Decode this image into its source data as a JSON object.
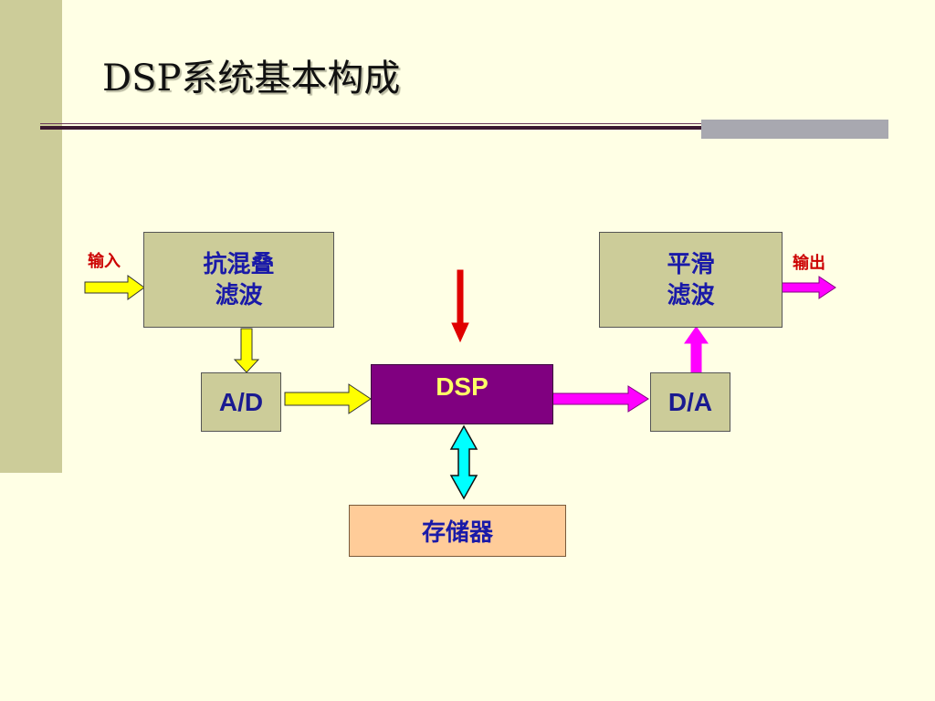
{
  "slide": {
    "title": "DSP系统基本构成"
  },
  "diagram": {
    "input_label": "输入",
    "output_label": "输出",
    "anti_alias_filter": "抗混叠\n滤波",
    "smoothing_filter": "平滑\n滤波",
    "adc": "A/D",
    "dac": "D/A",
    "dsp": "DSP",
    "memory": "存储器"
  },
  "colors": {
    "background": "#ffffe5",
    "side_band": "#cccc99",
    "filter_box": "#cccc99",
    "dsp_box": "#800080",
    "dsp_text": "#ffff66",
    "memory_box": "#ffcc99",
    "box_text": "#1a1aa8",
    "io_text": "#cc0000",
    "arrow_yellow": "#ffff00",
    "arrow_magenta": "#ff00ff",
    "arrow_cyan": "#00ffff",
    "arrow_red": "#e00000"
  }
}
